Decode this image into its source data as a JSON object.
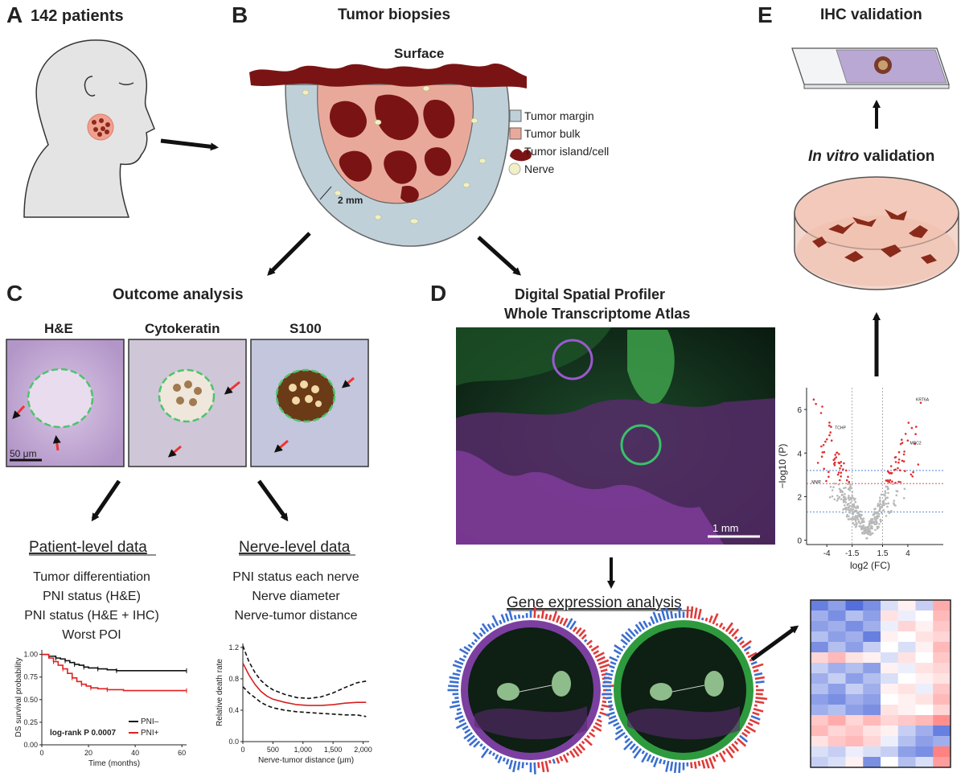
{
  "panels": {
    "a": {
      "letter": "A",
      "title": "142 patients"
    },
    "b": {
      "letter": "B",
      "title": "Tumor biopsies",
      "surface": "Surface",
      "scale": "2 mm",
      "legend": [
        {
          "label": "Tumor margin",
          "color": "#bfd0d9"
        },
        {
          "label": "Tumor bulk",
          "color": "#e9a99a"
        },
        {
          "label": "Tumor island/cell",
          "color": "#7a1414"
        },
        {
          "label": "Nerve",
          "color": "#f1f0c4"
        }
      ]
    },
    "c": {
      "letter": "C",
      "title": "Outcome analysis",
      "stains": [
        "H&E",
        "Cytokeratin",
        "S100"
      ],
      "scale": "50 μm",
      "patient_heading": "Patient-level data",
      "patient_items": [
        "Tumor differentiation",
        "PNI status (H&E)",
        "PNI status (H&E + IHC)",
        "Worst POI"
      ],
      "nerve_heading": "Nerve-level data",
      "nerve_items": [
        "PNI status each nerve",
        "Nerve diameter",
        "Nerve-tumor distance"
      ]
    },
    "d": {
      "letter": "D",
      "title_line1": "Digital Spatial Profiler",
      "title_line2": "Whole Transcriptome Atlas",
      "scale": "1 mm",
      "gene_heading": "Gene expression analysis"
    },
    "e": {
      "letter": "E",
      "ihc": "IHC validation",
      "invitro_italic": "In vitro",
      "invitro_rest": " validation"
    }
  },
  "chart_data": [
    {
      "type": "line",
      "title": "",
      "xlabel": "Time (months)",
      "ylabel": "DS survival probability",
      "xlim": [
        0,
        62
      ],
      "ylim": [
        0,
        1.05
      ],
      "xticks": [
        0,
        20,
        40,
        60
      ],
      "yticks": [
        "0.00",
        "0.25",
        "0.50",
        "0.75",
        "1.00"
      ],
      "annotation": "log-rank P 0.0007",
      "legend_position": "bottom-right",
      "series": [
        {
          "name": "PNI–",
          "color": "#111111",
          "x": [
            0,
            3,
            6,
            8,
            10,
            12,
            14,
            16,
            18,
            20,
            24,
            28,
            32,
            40,
            62
          ],
          "y": [
            1.0,
            0.98,
            0.96,
            0.95,
            0.93,
            0.91,
            0.89,
            0.88,
            0.86,
            0.85,
            0.84,
            0.83,
            0.82,
            0.82,
            0.82
          ]
        },
        {
          "name": "PNI+",
          "color": "#e02020",
          "x": [
            0,
            3,
            5,
            7,
            9,
            11,
            13,
            15,
            17,
            19,
            21,
            24,
            28,
            35,
            62
          ],
          "y": [
            1.0,
            0.96,
            0.92,
            0.88,
            0.84,
            0.79,
            0.74,
            0.7,
            0.67,
            0.65,
            0.63,
            0.62,
            0.61,
            0.6,
            0.6
          ]
        }
      ]
    },
    {
      "type": "line",
      "title": "",
      "xlabel": "Nerve-tumor distance (μm)",
      "ylabel": "Relative death rate",
      "xlim": [
        0,
        2100
      ],
      "ylim": [
        0,
        1.25
      ],
      "xticks": [
        "0",
        "500",
        "1,000",
        "1,500",
        "2,000"
      ],
      "yticks": [
        "0.0",
        "0.4",
        "0.8",
        "1.2"
      ],
      "series": [
        {
          "name": "",
          "color": "#d62020",
          "style": "solid",
          "x": [
            0,
            100,
            200,
            300,
            400,
            500,
            700,
            900,
            1100,
            1300,
            1500,
            1700,
            1900,
            2050
          ],
          "y": [
            1.0,
            0.85,
            0.73,
            0.64,
            0.58,
            0.54,
            0.5,
            0.47,
            0.46,
            0.46,
            0.47,
            0.49,
            0.5,
            0.5
          ]
        },
        {
          "name": "",
          "color": "#111111",
          "style": "dashed",
          "x": [
            0,
            100,
            200,
            300,
            400,
            500,
            700,
            900,
            1100,
            1300,
            1500,
            1700,
            1900,
            2050
          ],
          "y": [
            1.22,
            1.02,
            0.88,
            0.78,
            0.71,
            0.66,
            0.6,
            0.56,
            0.55,
            0.57,
            0.62,
            0.69,
            0.75,
            0.77
          ]
        },
        {
          "name": "",
          "color": "#111111",
          "style": "dashed",
          "x": [
            0,
            100,
            200,
            300,
            400,
            500,
            700,
            900,
            1100,
            1300,
            1500,
            1700,
            1900,
            2050
          ],
          "y": [
            0.7,
            0.62,
            0.56,
            0.5,
            0.46,
            0.43,
            0.4,
            0.38,
            0.37,
            0.36,
            0.35,
            0.34,
            0.34,
            0.32
          ]
        }
      ]
    },
    {
      "type": "scatter",
      "title": "",
      "xlabel": "log2 (FC)",
      "ylabel": "−log10 (P)",
      "xlim": [
        -6,
        7.5
      ],
      "ylim": [
        -0.2,
        7
      ],
      "xticks": [
        "-4",
        "-1.5",
        "1.5",
        "4"
      ],
      "yticks": [
        "0",
        "2",
        "4",
        "6"
      ],
      "thresholds_x": [
        -1.5,
        1.5
      ],
      "thresholds_y": [
        1.3,
        2.6,
        3.2
      ],
      "labeled_genes": [
        "KRT6A",
        "TCHP",
        "MRC2",
        "MMP"
      ]
    },
    {
      "type": "heatmap",
      "title": "",
      "rows": 16,
      "cols": 8,
      "values": [
        [
          -0.8,
          -0.6,
          -0.9,
          -0.7,
          -0.2,
          0.1,
          -0.3,
          0.6
        ],
        [
          -0.5,
          -0.7,
          -0.4,
          -0.6,
          0.2,
          -0.1,
          0.0,
          0.5
        ],
        [
          -0.6,
          -0.5,
          -0.7,
          -0.5,
          -0.1,
          0.3,
          0.1,
          0.4
        ],
        [
          -0.4,
          -0.6,
          -0.5,
          -0.8,
          0.1,
          0.0,
          0.2,
          0.3
        ],
        [
          -0.7,
          -0.4,
          -0.6,
          -0.3,
          0.0,
          -0.2,
          0.1,
          0.5
        ],
        [
          0.3,
          0.5,
          0.2,
          0.1,
          -0.2,
          0.2,
          0.0,
          0.4
        ],
        [
          -0.3,
          -0.5,
          -0.4,
          -0.6,
          0.1,
          -0.1,
          0.2,
          0.3
        ],
        [
          -0.5,
          -0.3,
          -0.6,
          -0.4,
          -0.2,
          0.0,
          0.1,
          0.2
        ],
        [
          -0.4,
          -0.6,
          -0.3,
          -0.5,
          0.1,
          0.2,
          -0.1,
          0.4
        ],
        [
          -0.6,
          -0.7,
          -0.5,
          -0.6,
          0.0,
          0.1,
          0.2,
          0.5
        ],
        [
          -0.5,
          -0.4,
          -0.6,
          -0.7,
          0.2,
          0.1,
          0.0,
          0.3
        ],
        [
          0.4,
          0.6,
          0.3,
          0.5,
          0.3,
          0.4,
          0.5,
          0.8
        ],
        [
          0.5,
          0.3,
          0.4,
          0.2,
          0.1,
          -0.3,
          -0.5,
          -0.8
        ],
        [
          0.2,
          0.4,
          0.5,
          0.3,
          -0.1,
          -0.4,
          -0.6,
          -0.5
        ],
        [
          -0.2,
          -0.3,
          -0.1,
          -0.2,
          -0.3,
          -0.6,
          -0.7,
          0.9
        ],
        [
          -0.3,
          -0.2,
          0.1,
          -0.7,
          0.0,
          -0.4,
          -0.2,
          0.7
        ]
      ]
    }
  ]
}
